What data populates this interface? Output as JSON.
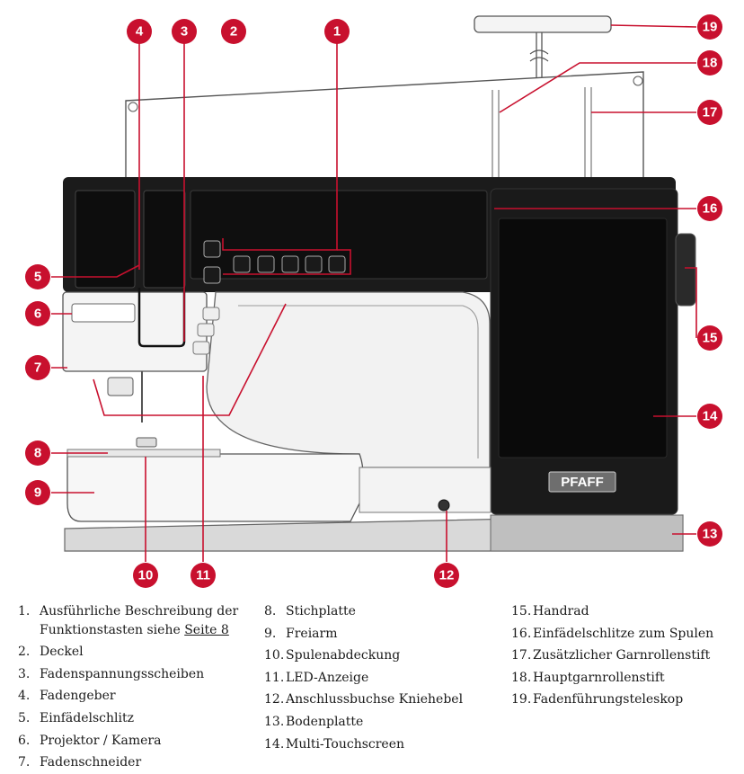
{
  "brand_plate": "PFAFF",
  "callouts": [
    "1",
    "2",
    "3",
    "4",
    "5",
    "6",
    "7",
    "8",
    "9",
    "10",
    "11",
    "12",
    "13",
    "14",
    "15",
    "16",
    "17",
    "18",
    "19"
  ],
  "legend": [
    {
      "num": "1.",
      "text": "Ausführliche Beschreibung der",
      "cont_text": "Funktionstasten siehe ",
      "link": "Seite 8"
    },
    {
      "num": "2.",
      "text": "Deckel"
    },
    {
      "num": "3.",
      "text": "Fadenspannungsscheiben"
    },
    {
      "num": "4.",
      "text": "Fadengeber"
    },
    {
      "num": "5.",
      "text": "Einfädelschlitz"
    },
    {
      "num": "6.",
      "text": "Projektor / Kamera"
    },
    {
      "num": "7.",
      "text": "Fadenschneider"
    },
    {
      "num": "8.",
      "text": "Stichplatte"
    },
    {
      "num": "9.",
      "text": "Freiarm"
    },
    {
      "num": "10.",
      "text": "Spulenabdeckung"
    },
    {
      "num": "11.",
      "text": "LED-Anzeige"
    },
    {
      "num": "12.",
      "text": "Anschlussbuchse Kniehebel"
    },
    {
      "num": "13.",
      "text": "Bodenplatte"
    },
    {
      "num": "14.",
      "text": "Multi-Touchscreen"
    },
    {
      "num": "15.",
      "text": "Handrad"
    },
    {
      "num": "16.",
      "text": "Einfädelschlitze zum Spulen"
    },
    {
      "num": "17.",
      "text": "Zusätzlicher Garnrollenstift"
    },
    {
      "num": "18.",
      "text": "Hauptgarnrollenstift"
    },
    {
      "num": "19.",
      "text": "Fadenführungsteleskop"
    }
  ]
}
